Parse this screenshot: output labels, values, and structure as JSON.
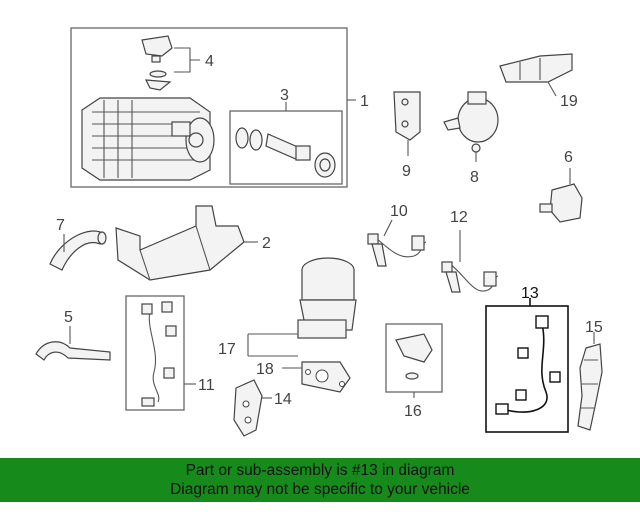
{
  "diagram": {
    "callouts": {
      "c1": "1",
      "c2": "2",
      "c3": "3",
      "c4": "4",
      "c5": "5",
      "c6": "6",
      "c7": "7",
      "c8": "8",
      "c9": "9",
      "c10": "10",
      "c11": "11",
      "c12": "12",
      "c13": "13",
      "c14": "14",
      "c15": "15",
      "c16": "16",
      "c17": "17",
      "c18": "18",
      "c19": "19"
    },
    "highlighted_part": "13"
  },
  "footer": {
    "line1": "Part or sub-assembly is #13 in diagram",
    "line2": "Diagram may not be specific to your vehicle",
    "background": "#178a1c"
  }
}
